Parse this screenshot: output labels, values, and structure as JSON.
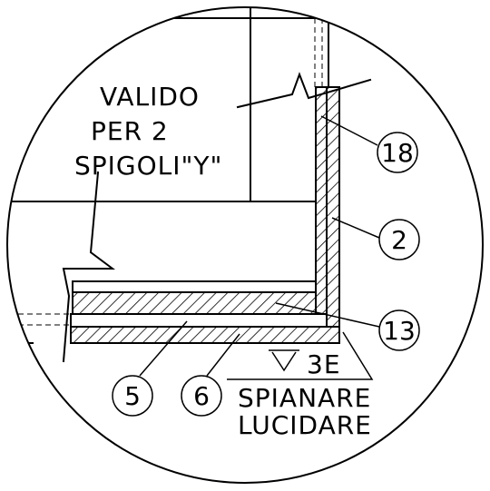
{
  "note": {
    "line1": "VALIDO",
    "line2": "PER 2",
    "line3": "SPIGOLI\"Y\""
  },
  "callouts": {
    "c18": "18",
    "c2": "2",
    "c13": "13",
    "c5": "5",
    "c6": "6"
  },
  "finish": {
    "roughness": "3E",
    "line1": "SPIANARE",
    "line2": "LUCIDARE"
  }
}
